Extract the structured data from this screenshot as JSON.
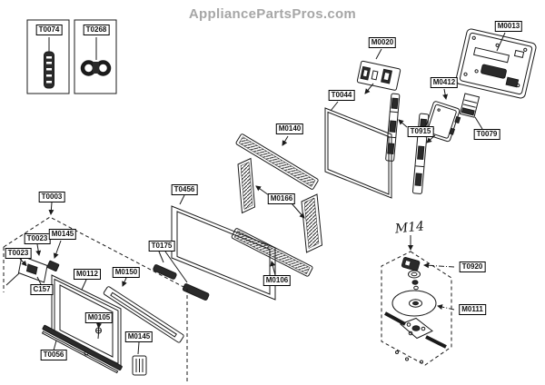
{
  "watermark": "AppliancePartsPros.com",
  "colors": {
    "line": "#1a1a1a",
    "part_fill": "#2a2a2a",
    "watermark_text": "#a6a6a6",
    "label_background": "#ffffff",
    "label_border": "#000000",
    "background": "#ffffff"
  },
  "labels": {
    "t0074": "T0074",
    "t0268": "T0268",
    "m0013": "M0013",
    "m0020": "M0020",
    "t0044": "T0044",
    "m0412": "M0412",
    "t0915": "T0915",
    "t0079": "T0079",
    "m0140": "M0140",
    "m0166": "M0166",
    "m0106": "M0106",
    "t0456": "T0456",
    "t0175": "T0175",
    "t0003": "T0003",
    "t0023_a": "T0023",
    "t0023_b": "T0023",
    "m0145_a": "M0145",
    "c157": "C157",
    "m0112": "M0112",
    "m0150": "M0150",
    "m0105": "M0105",
    "t0056": "T0056",
    "m0145_b": "M0145",
    "m14": "M14",
    "t0920": "T0920",
    "m0111": "M0111"
  }
}
